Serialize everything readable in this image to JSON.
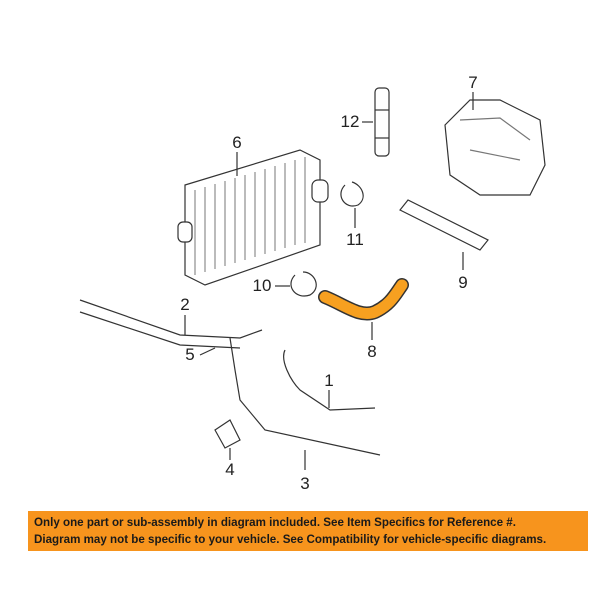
{
  "callouts": {
    "p1": "1",
    "p2": "2",
    "p3": "3",
    "p4": "4",
    "p5": "5",
    "p6": "6",
    "p7": "7",
    "p8": "8",
    "p9": "9",
    "p10": "10",
    "p11": "11",
    "p12": "12"
  },
  "highlight_color": "#f7a020",
  "banner": {
    "line1": "Only one part or sub-assembly in diagram included. See Item Specifics for Reference #.",
    "line2": "Diagram may not be specific to your vehicle. See Compatibility for vehicle-specific diagrams.",
    "color": "#f7941d"
  }
}
